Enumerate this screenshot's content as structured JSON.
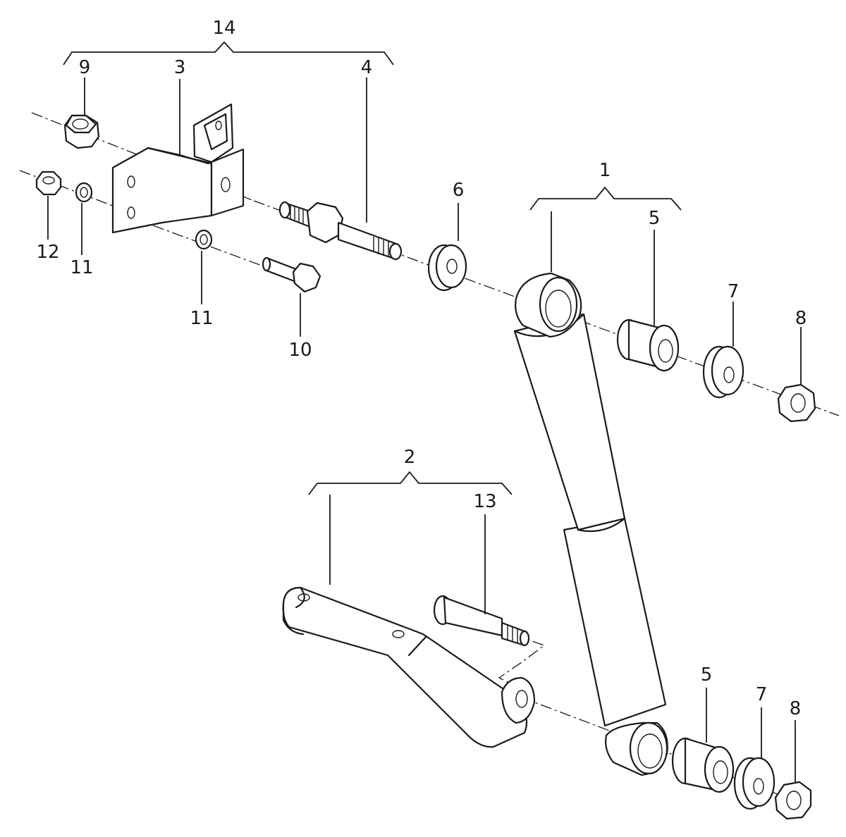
{
  "callouts": {
    "c1": "1",
    "c2": "2",
    "c3": "3",
    "c4": "4",
    "c5_top": "5",
    "c5_bottom": "5",
    "c6": "6",
    "c7_top": "7",
    "c7_bottom": "7",
    "c8_top": "8",
    "c8_bottom": "8",
    "c9": "9",
    "c10": "10",
    "c11_left": "11",
    "c11_mid": "11",
    "c12": "12",
    "c13": "13",
    "c14": "14"
  }
}
